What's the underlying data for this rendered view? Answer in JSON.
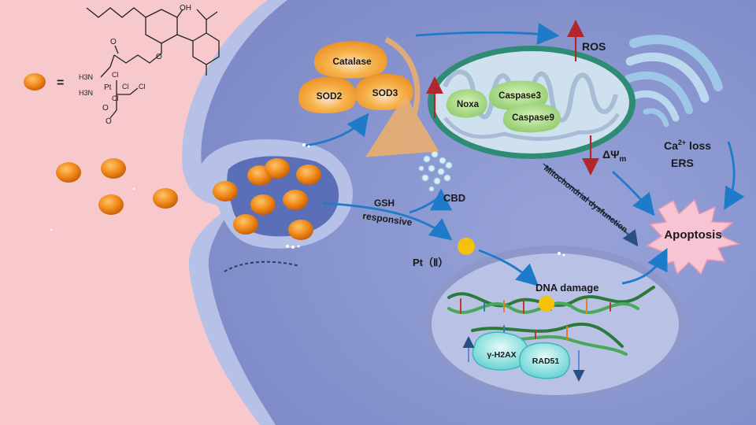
{
  "legend": {
    "equals": "=",
    "chem_labels": {
      "oh": "OH",
      "nh3_top": "H3N",
      "nh3_bottom": "H3N",
      "pt": "Pt",
      "cl_top": "Cl",
      "cl_bottom": "Cl",
      "cl_chain_1": "Cl",
      "cl_chain_2": "Cl",
      "o_1": "O",
      "o_2": "O",
      "o_3": "O",
      "o_4": "O"
    }
  },
  "labels": {
    "catalase": "Catalase",
    "sod2": "SOD2",
    "sod3": "SOD3",
    "ros": "ROS",
    "noxa": "Noxa",
    "caspase3": "Caspase3",
    "caspase9": "Caspase9",
    "delta_psi": "ΔΨ",
    "delta_psi_sub": "m",
    "ca_loss": "Ca",
    "ca_sup": "2+",
    "ca_loss_rest": " loss",
    "ers": "ERS",
    "mito_dysfunction": "Mitochondrial dysfunction",
    "apoptosis": "Apoptosis",
    "gsh": "GSH",
    "responsive": "responsive",
    "cbd": "CBD",
    "pt2": "Pt（Ⅱ）",
    "dna_damage": "DNA damage",
    "h2ax": "γ-H2AX",
    "rad51": "RAD51"
  },
  "colors": {
    "background_extracellular": "#f7c9cc",
    "cytoplasm": "#8f9bd3",
    "membrane": "#b7c0e6",
    "nanoparticle": "#f08a1a",
    "enzyme": "#f4a83a",
    "mito_border": "#2e8c74",
    "protein_green": "#a7d88a",
    "apoptosis_star": "#f6c4d3",
    "arrow_blue": "#1e7bc9",
    "arrow_red": "#b3262d",
    "pt_dot": "#f5c20a",
    "nucleus": "#b9c1e4"
  }
}
